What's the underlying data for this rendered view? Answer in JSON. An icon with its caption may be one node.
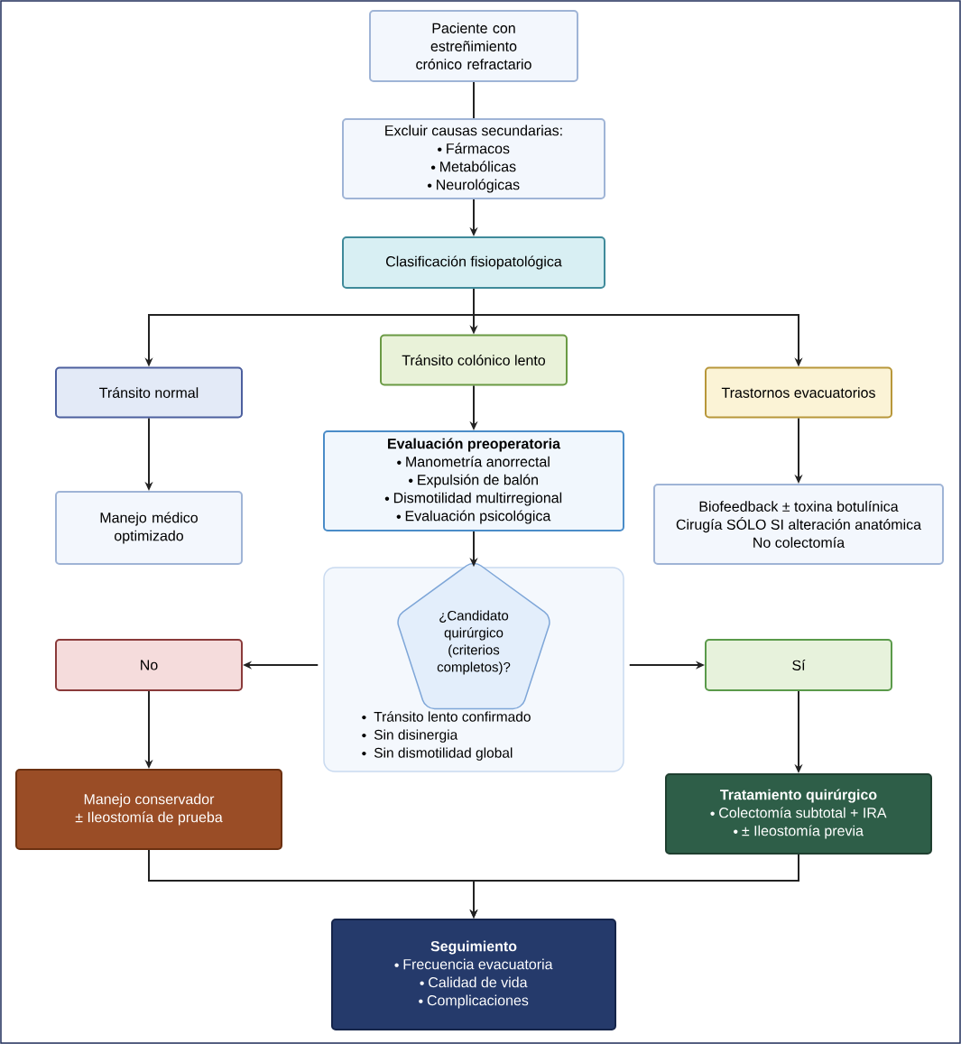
{
  "diagram": {
    "nodes": [
      {
        "text": [
          "Paciente con estreñimiento crónico refractario"
        ]
      },
      {
        "text": [
          "Excluir causas secundarias:",
          "Fármacos",
          "Metabólicas",
          "Neurológicas"
        ]
      },
      {
        "text": [
          "Clasificación fisiopatológica"
        ]
      },
      {
        "text": [
          "Tránsito normal"
        ]
      },
      {
        "text": [
          "Tránsito colónico lento"
        ]
      },
      {
        "text": [
          "Trastornos evacuatorios"
        ]
      },
      {
        "text": [
          "Manejo médico optimizado"
        ]
      },
      {
        "text": [
          "Evaluación preoperatoria",
          "Manometría anorrectal",
          "Expulsión de balón",
          "Dismotilidad multirregional",
          "Evaluación psicológica"
        ]
      },
      {
        "text": [
          "Biofeedback ± toxina botulínica",
          "Cirugía SÓLO SI alteración anatómica",
          "No colectomía"
        ]
      },
      {
        "text": [
          "Tránsito lento confirmado",
          "Sin disinergia",
          "Sin dismotilidad global"
        ]
      },
      {
        "text": [
          "¿Candidato quirúrgico (criterios completos)?"
        ],
        "in": 9
      },
      {
        "text": [
          "No"
        ]
      },
      {
        "text": [
          "Sí"
        ]
      },
      {
        "text": [
          "Manejo conservador",
          "± Ileostomía de prueba"
        ]
      },
      {
        "text": [
          "Tratamiento quirúrgico",
          "Colectomía subtotal + IRA",
          "± Ileostomía previa"
        ]
      },
      {
        "text": [
          "Seguimiento",
          "Frecuencia evacuatoria",
          "Calidad de vida",
          "Complicaciones"
        ]
      }
    ],
    "edges": [
      {
        "from": 0,
        "to": 1,
        "arrow": "none"
      },
      {
        "from": 1,
        "to": 2,
        "arrow": "to"
      },
      {
        "from": 2,
        "to": 3,
        "arrow": "to"
      },
      {
        "from": 2,
        "to": 4,
        "arrow": "to"
      },
      {
        "from": 2,
        "to": 5,
        "arrow": "to"
      },
      {
        "from": 3,
        "to": 6,
        "arrow": "to"
      },
      {
        "from": 4,
        "to": 7,
        "arrow": "to"
      },
      {
        "from": 5,
        "to": 8,
        "arrow": "to"
      },
      {
        "from": 7,
        "to": 9,
        "arrow": "to"
      },
      {
        "from": 9,
        "to": 11,
        "arrow": "to"
      },
      {
        "from": 9,
        "to": 12,
        "arrow": "to"
      },
      {
        "from": 11,
        "to": 13,
        "arrow": "to"
      },
      {
        "from": 12,
        "to": 14,
        "arrow": "to"
      },
      {
        "from": 13,
        "to": 15,
        "arrow": "to"
      },
      {
        "from": 14,
        "to": 15,
        "arrow": "to"
      }
    ]
  }
}
